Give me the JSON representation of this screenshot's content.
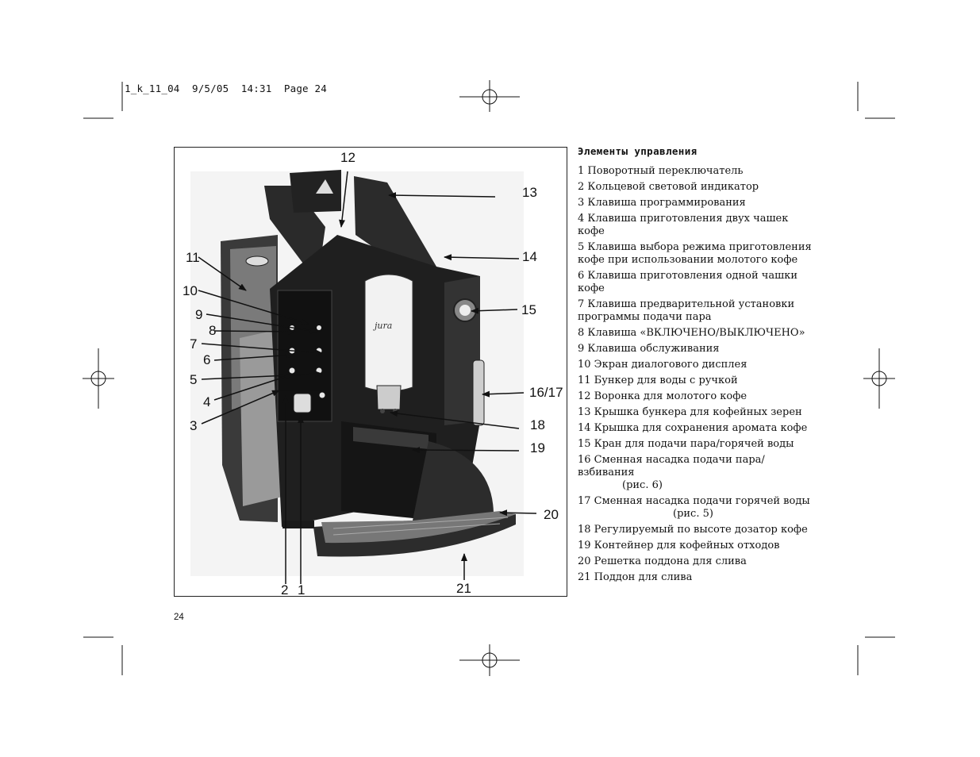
{
  "header": {
    "slug": "1_k_11_04  9/5/05  14:31  Page 24"
  },
  "figure": {
    "callouts": [
      "12",
      "13",
      "11",
      "14",
      "10",
      "15",
      "9",
      "8",
      "7",
      "6",
      "5",
      "16/17",
      "4",
      "18",
      "3",
      "19",
      "20",
      "2",
      "1",
      "21"
    ],
    "brand_logo_text": "jura"
  },
  "legend": {
    "title": "Элементы управления",
    "items": [
      {
        "line1": "1 Поворотный переключатель"
      },
      {
        "line1": "2 Кольцевой световой индикатор"
      },
      {
        "line1": "3 Клавиша программирования"
      },
      {
        "line1": "4 Клавиша приготовления двух чашек кофе"
      },
      {
        "line1": "5 Клавиша выбора режима приготовления",
        "line2": "кофе при использовании молотого кофе"
      },
      {
        "line1": "6 Клавиша приготовления одной чашки",
        "line2": "кофе"
      },
      {
        "line1": "7 Клавиша предварительной установки",
        "line2": "программы подачи пара"
      },
      {
        "line1": "8 Клавиша «ВКЛЮЧЕНО/ВЫКЛЮЧЕНО»"
      },
      {
        "line1": "9 Клавиша обслуживания"
      },
      {
        "line1": "10 Экран диалогового дисплея"
      },
      {
        "line1": "11 Бункер для воды с ручкой"
      },
      {
        "line1": "12 Воронка для молотого кофе"
      },
      {
        "line1": "13 Крышка бункера для кофейных зерен"
      },
      {
        "line1": "14 Крышка для сохранения аромата кофе"
      },
      {
        "line1": "15 Кран для подачи пара/горячей воды"
      },
      {
        "line1": "16 Сменная насадка подачи пара/взбивания",
        "line2": "(рис. 6)",
        "indent": true
      },
      {
        "line1": "17 Сменная насадка подачи горячей воды",
        "line2": "(рис. 5)",
        "indent": true,
        "wide_indent": true
      },
      {
        "line1": "18 Регулируемый по высоте дозатор кофе"
      },
      {
        "line1": "19 Контейнер для кофейных отходов"
      },
      {
        "line1": "20 Решетка поддона для слива"
      },
      {
        "line1": "21 Поддон для слива"
      }
    ]
  },
  "page_number": "24"
}
